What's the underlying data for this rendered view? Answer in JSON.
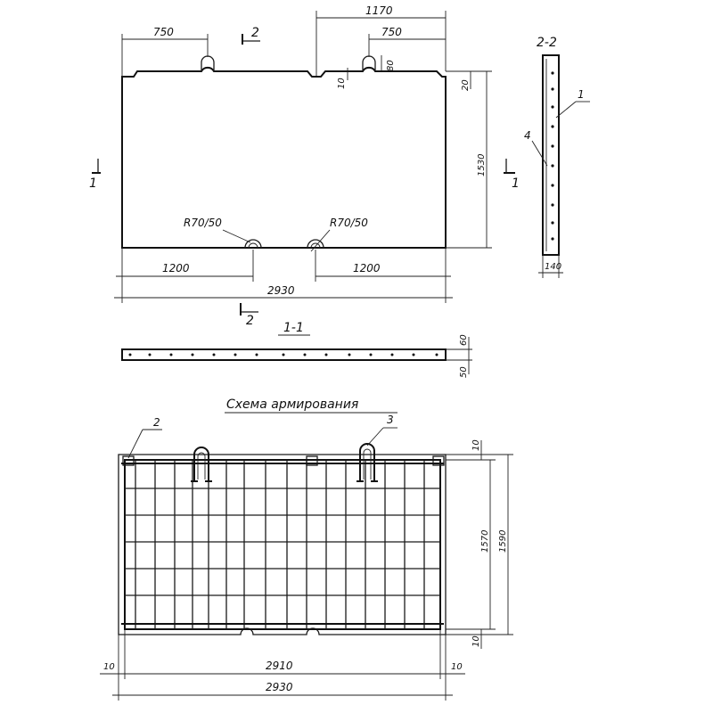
{
  "plan": {
    "dim_top_left": "750",
    "dim_top_right_total": "1170",
    "dim_top_right": "750",
    "dim_hook_height": "80",
    "dim_notch": "10",
    "dim_top_edge": "20",
    "dim_height": "1530",
    "radius_left": "R70/50",
    "radius_right": "R70/50",
    "dim_bottom_left": "1200",
    "dim_bottom_right": "1200",
    "dim_total_length": "2930"
  },
  "section_marks": {
    "left": "1",
    "right": "1",
    "top": "2",
    "bottom": "2"
  },
  "section_22": {
    "title": "2-2",
    "leader_1": "1",
    "leader_4": "4",
    "dim_thickness": "140"
  },
  "section_11": {
    "title": "1-1",
    "dim_60": "60",
    "dim_50": "50"
  },
  "reinforcement": {
    "title": "Схема армирования",
    "leader_2": "2",
    "leader_3": "3",
    "dim_top_cover": "10",
    "dim_inner": "1570",
    "dim_outer": "1590",
    "dim_bottom_cover": "10",
    "dim_left_cover": "10",
    "dim_right_cover": "10",
    "dim_grid_length": "2910",
    "dim_total_length": "2930"
  }
}
